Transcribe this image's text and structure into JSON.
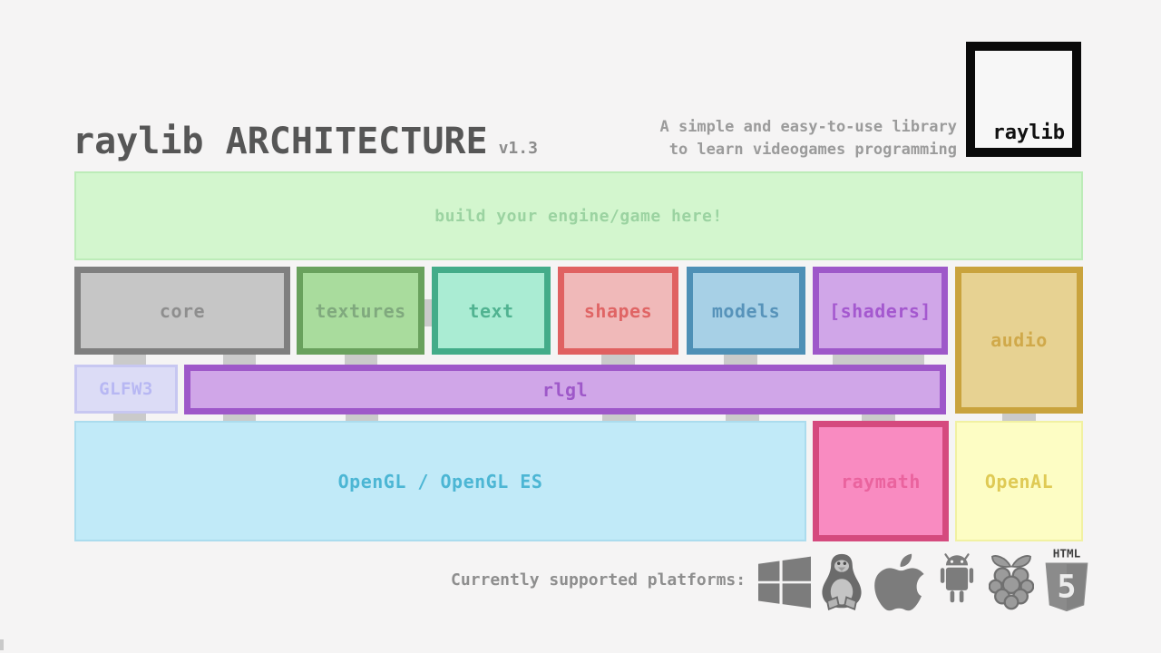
{
  "header": {
    "title": "raylib ARCHITECTURE",
    "version": "v1.3",
    "tagline_line1": "A simple and easy-to-use library",
    "tagline_line2": "to learn videogames programming",
    "logo_text": "raylib"
  },
  "diagram": {
    "engine_box": {
      "label": "build your engine/game here!",
      "bg": "#d3f6ce",
      "border": "#bcecb8",
      "text_color": "#9bd3a1"
    },
    "modules": [
      {
        "label": "core",
        "border": "#7f7f7f",
        "bg": "#c6c6c6",
        "text_color": "#8e8e8e"
      },
      {
        "label": "textures",
        "border": "#69a15d",
        "bg": "#a9dc9d",
        "text_color": "#80a97e"
      },
      {
        "label": "text",
        "border": "#43ac89",
        "bg": "#aaecd3",
        "text_color": "#51b391"
      },
      {
        "label": "shapes",
        "border": "#e06161",
        "bg": "#f0b9b9",
        "text_color": "#e06565"
      },
      {
        "label": "models",
        "border": "#4e90b6",
        "bg": "#a7d0e6",
        "text_color": "#5793ba"
      },
      {
        "label": "[shaders]",
        "border": "#9e58c9",
        "bg": "#d0a6e8",
        "text_color": "#a458cf"
      },
      {
        "label": "audio",
        "border": "#c9a33d",
        "bg": "#e7d292",
        "text_color": "#d0a94a"
      }
    ],
    "middle": [
      {
        "label": "GLFW3",
        "border": "#c7c7f1",
        "bg": "#dcdcf6",
        "text_color": "#b7b7f3"
      },
      {
        "label": "rlgl",
        "border": "#9e58c9",
        "bg": "#d0a6e8",
        "text_color": "#9e58c9"
      }
    ],
    "bottom": [
      {
        "label": "OpenGL / OpenGL ES",
        "border": "#abdcee",
        "bg": "#c1eaf8",
        "text_color": "#4cb6d4"
      },
      {
        "label": "raymath",
        "border": "#d54a7e",
        "bg": "#f98bc1",
        "text_color": "#ea639e"
      },
      {
        "label": "OpenAL",
        "border": "#f1f1a2",
        "bg": "#fdfdc4",
        "text_color": "#dfca55"
      }
    ],
    "connector_color": "#cacaca"
  },
  "footer": {
    "label": "Currently supported platforms:",
    "platforms": [
      "windows",
      "linux",
      "apple",
      "android",
      "raspberry-pi",
      "html5"
    ],
    "html5_top": "HTML",
    "html5_number": "5",
    "icon_color": "#7c7c7c"
  }
}
